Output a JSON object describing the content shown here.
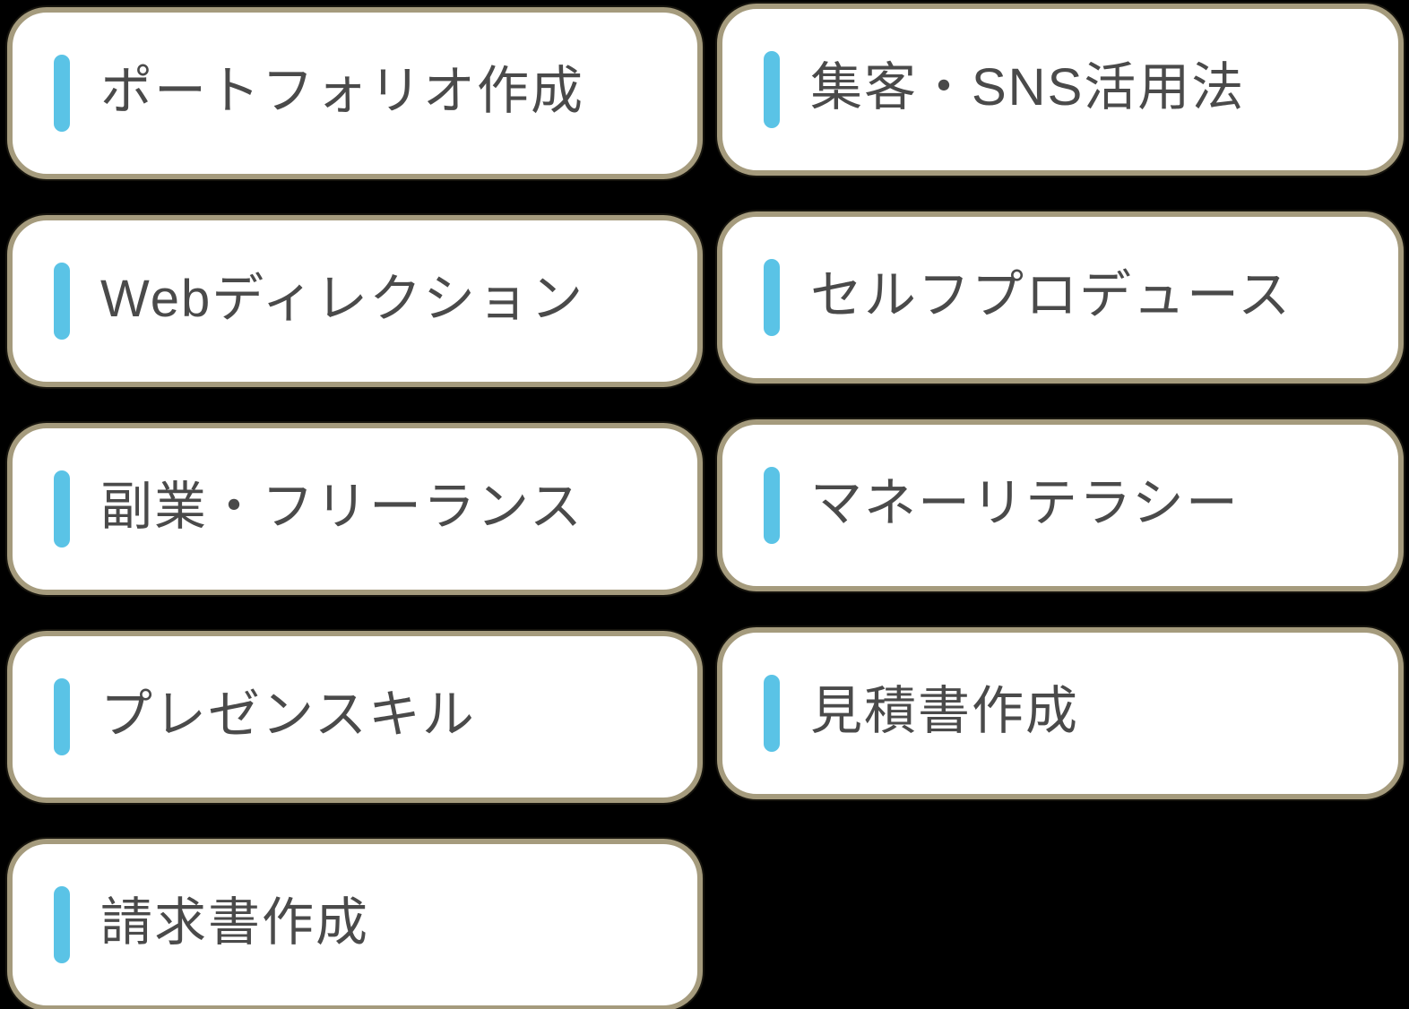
{
  "colors": {
    "background": "#000000",
    "card_fill": "#ffffff",
    "card_border": "#a59b7d",
    "accent_bar": "#5ac3e6",
    "label_text": "#4a4a4a"
  },
  "columns": [
    {
      "items": [
        {
          "label": "ポートフォリオ作成"
        },
        {
          "label": "Webディレクション"
        },
        {
          "label": "副業・フリーランス"
        },
        {
          "label": "プレゼンスキル"
        },
        {
          "label": "請求書作成"
        }
      ]
    },
    {
      "items": [
        {
          "label": "集客・SNS活用法"
        },
        {
          "label": "セルフプロデュース"
        },
        {
          "label": "マネーリテラシー"
        },
        {
          "label": "見積書作成"
        }
      ]
    }
  ]
}
